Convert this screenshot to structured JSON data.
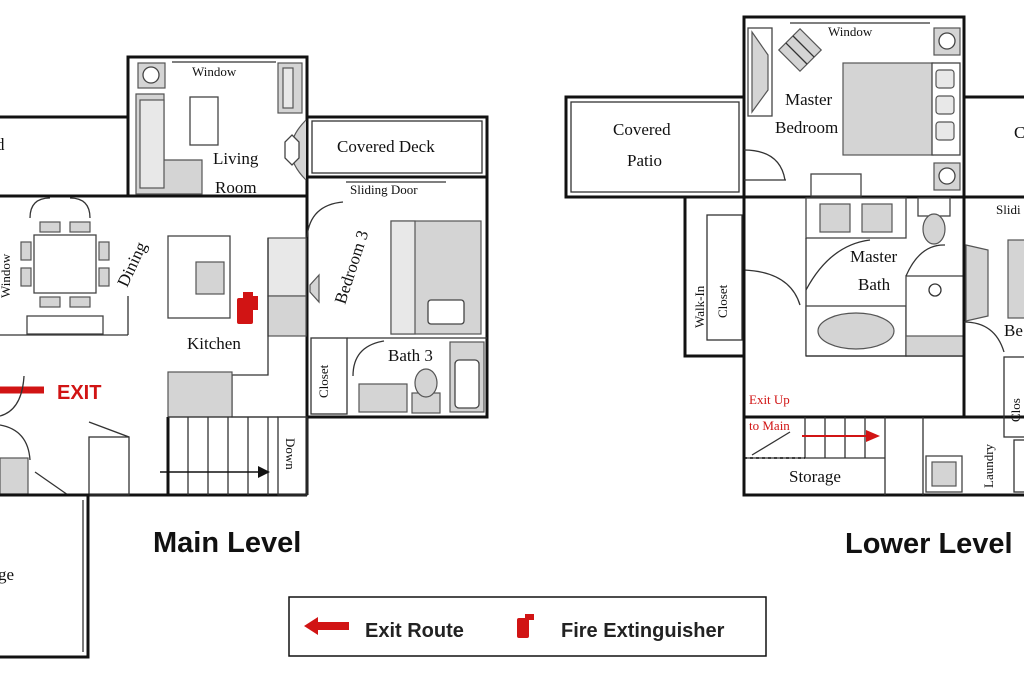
{
  "levels": {
    "main": "Main Level",
    "lower": "Lower Level"
  },
  "main_rooms": {
    "window_top": "Window",
    "living_1": "Living",
    "living_2": "Room",
    "covered_deck": "Covered Deck",
    "sliding_door": "Sliding  Door",
    "dining": "Dining",
    "window_side": "Window",
    "bedroom3": "Bedroom 3",
    "kitchen": "Kitchen",
    "bath3": "Bath 3",
    "closet": "Closet",
    "down": "Down",
    "exit": "EXIT",
    "cut_left_top": "d",
    "cut_left_bottom": "ge"
  },
  "lower_rooms": {
    "window_top": "Window",
    "master_bedroom_1": "Master",
    "master_bedroom_2": "Bedroom",
    "covered_patio_1": "Covered",
    "covered_patio_2": "Patio",
    "walk_in": "Walk-In",
    "closet": "Closet",
    "master_bath_1": "Master",
    "master_bath_2": "Bath",
    "exit_up_1": "Exit Up",
    "exit_up_2": "to Main",
    "storage": "Storage",
    "laundry": "Laundry",
    "cut_right_1": "C",
    "cut_right_2": "Slidi",
    "cut_right_3": "Be",
    "cut_right_4": "Clos"
  },
  "legend": {
    "exit_route": "Exit Route",
    "fire_extinguisher": "Fire Extinguisher"
  },
  "colors": {
    "walls": "#111111",
    "fixtures": "#d4d4d4",
    "exit_red": "#d11414"
  }
}
